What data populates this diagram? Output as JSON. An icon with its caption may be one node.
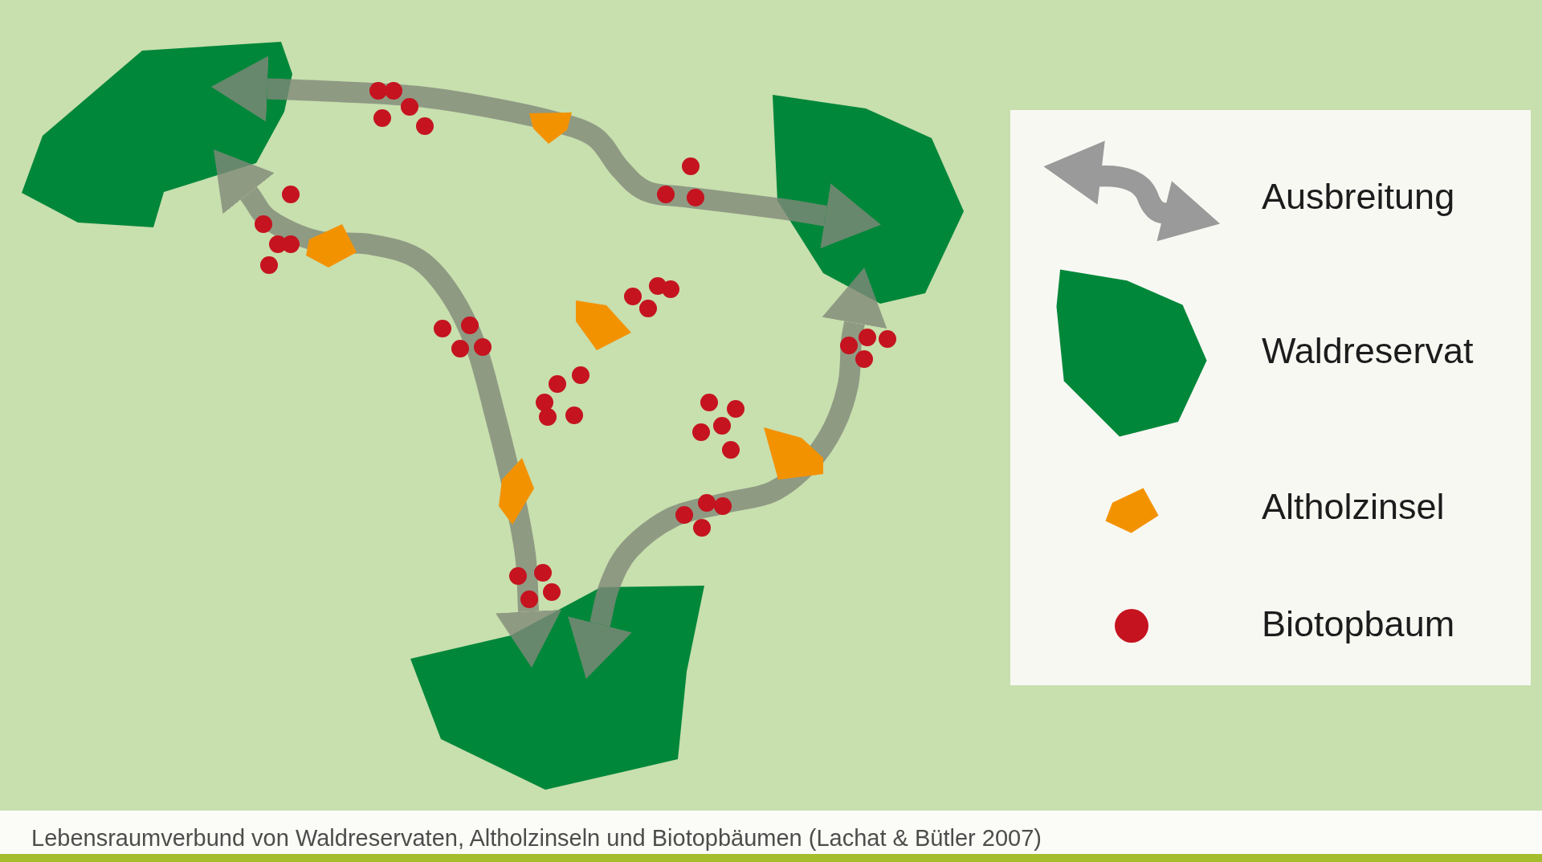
{
  "diagram": {
    "caption": "Lebensraumverbund von Waldreservaten, Altholzinseln und Biotopbäumen (Lachat & Bütler 2007)",
    "nodes": [
      {
        "text": [],
        "shape": "polygon"
      },
      {
        "text": [],
        "shape": "polygon"
      },
      {
        "text": [],
        "shape": "polygon"
      }
    ],
    "edges": [
      {
        "from": 0,
        "to": 1,
        "arrow": "both"
      },
      {
        "from": 0,
        "to": 2,
        "arrow": "both"
      },
      {
        "from": 1,
        "to": 2,
        "arrow": "both"
      }
    ],
    "legend": [
      {
        "text": "Ausbreitung"
      },
      {
        "text": "Waldreservat",
        "color": "#00873a"
      },
      {
        "text": "Altholzinsel",
        "color": "#f39200"
      },
      {
        "text": "Biotopbaum",
        "color": "#c5131f"
      }
    ]
  }
}
